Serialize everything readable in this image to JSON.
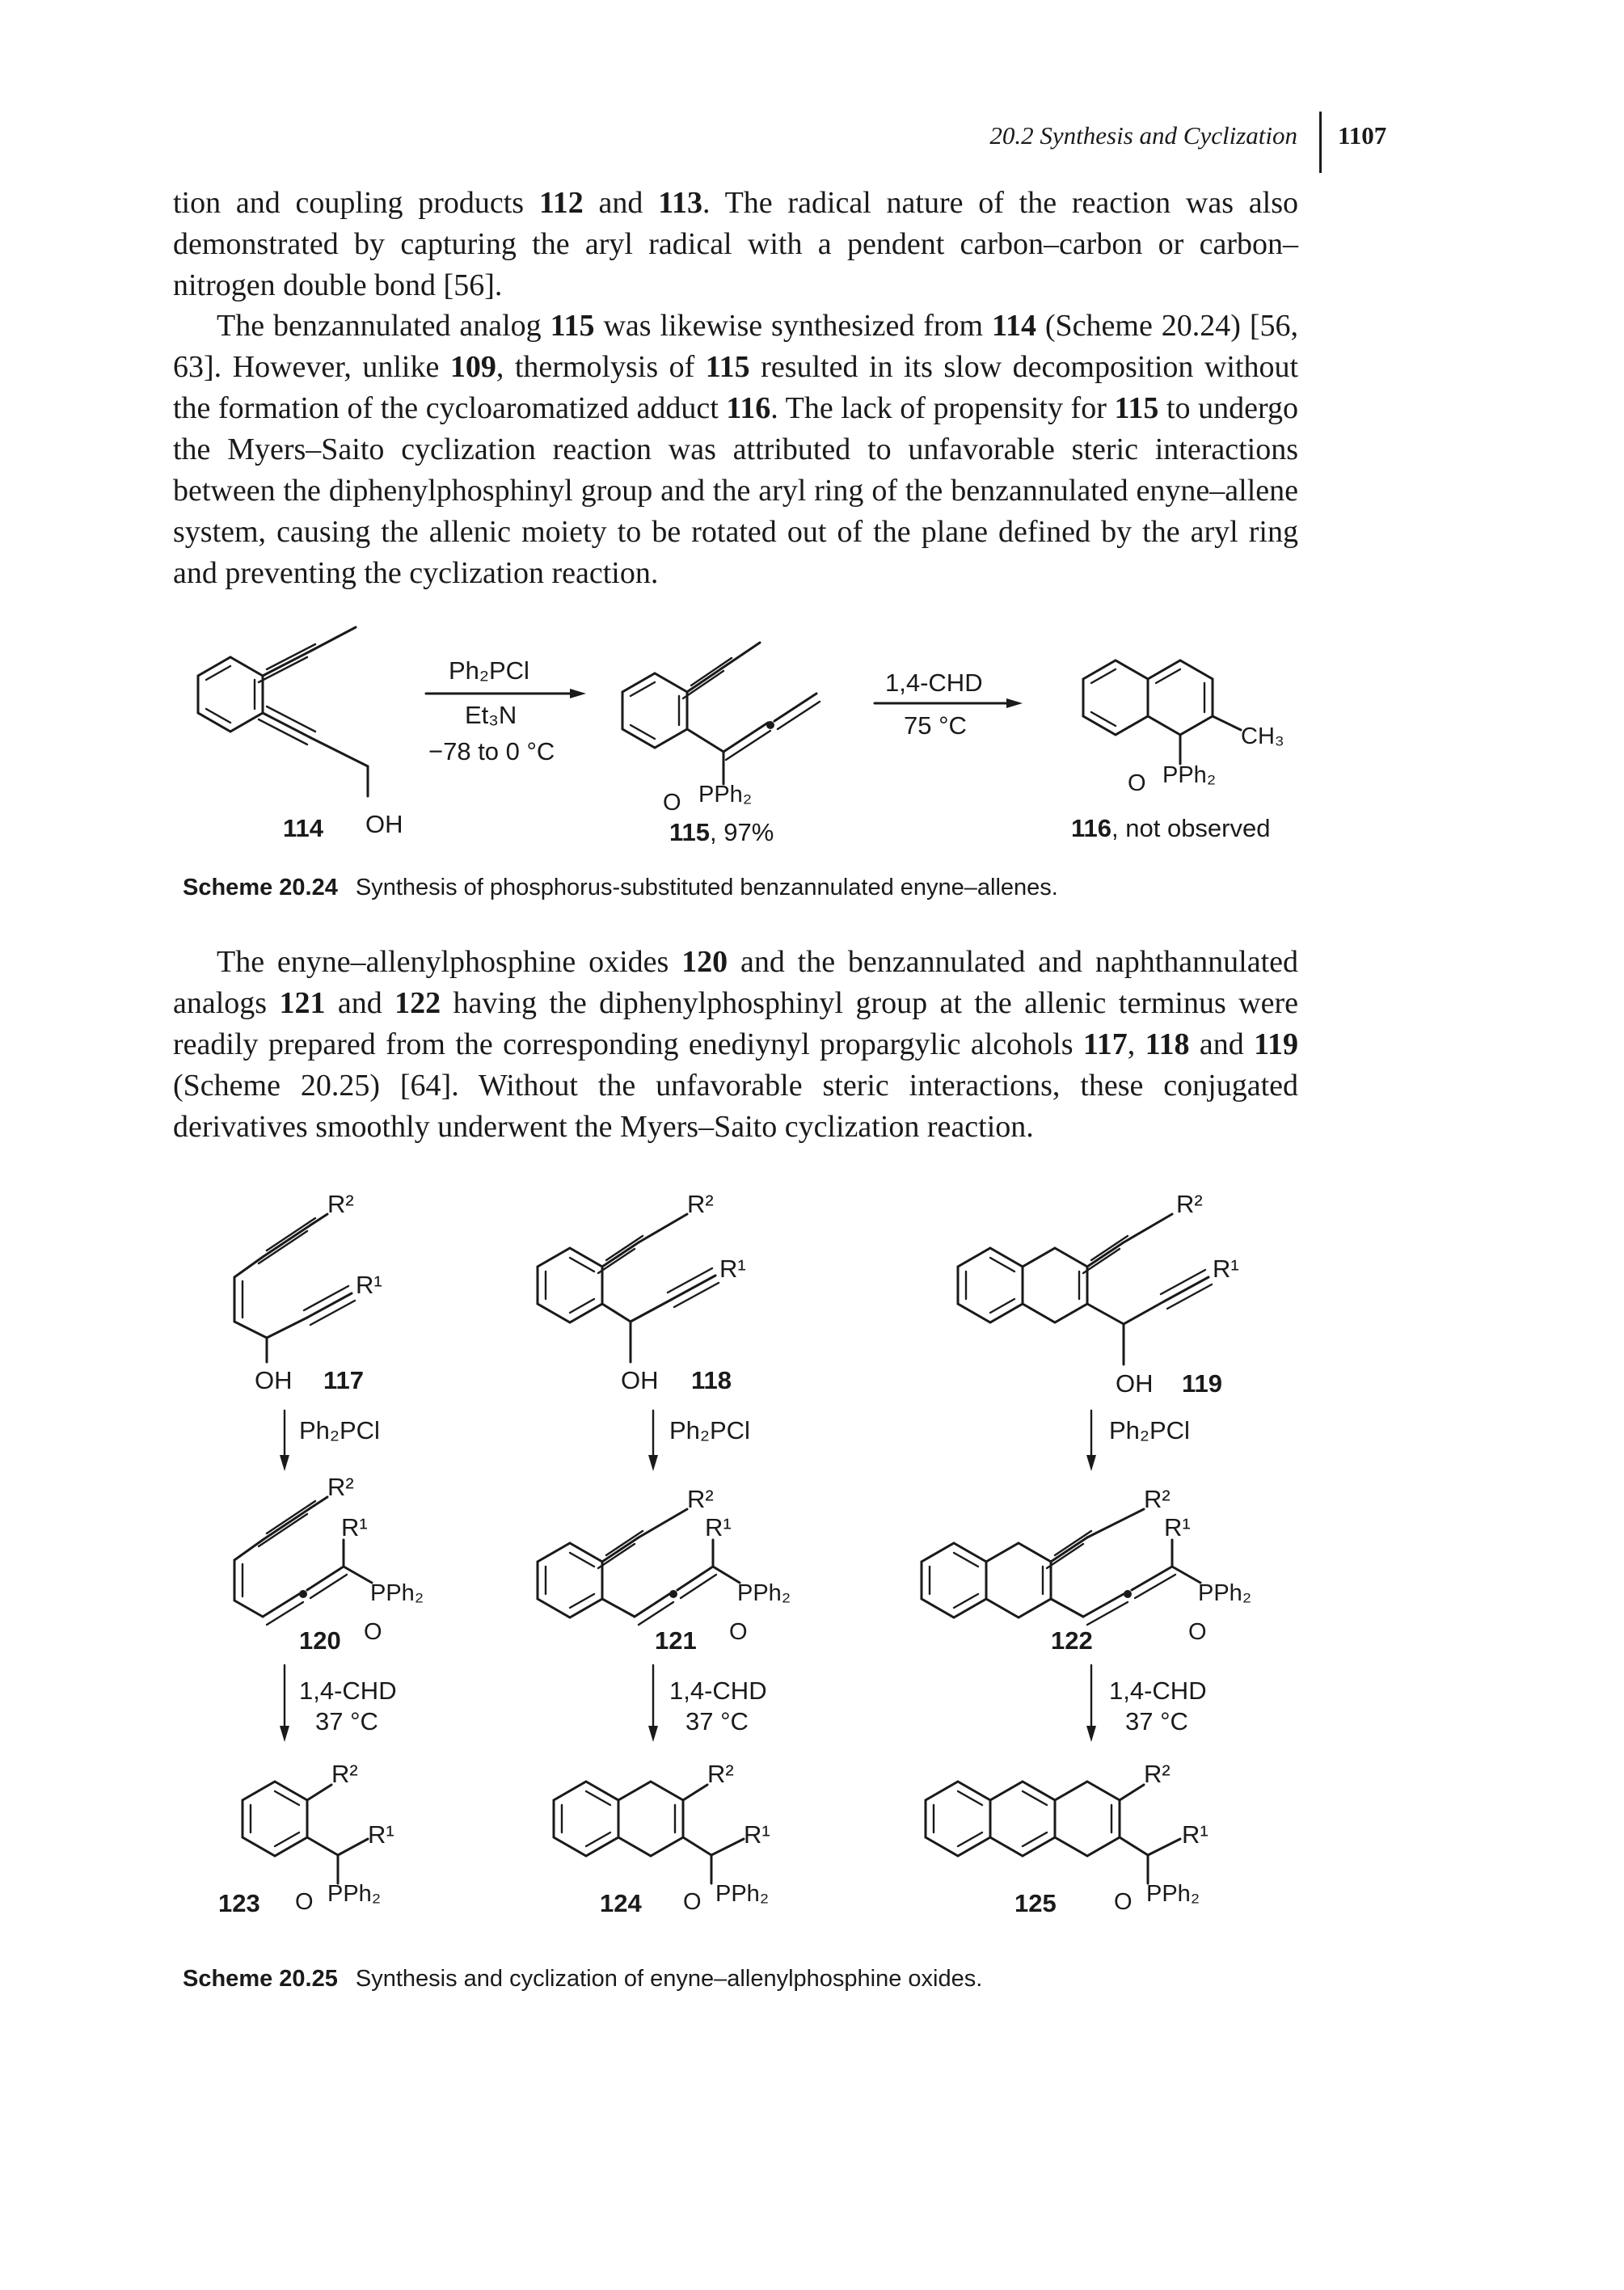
{
  "header": {
    "running_head": "20.2 Synthesis and Cyclization",
    "page_number": "1107"
  },
  "paragraphs": [
    {
      "runs": [
        {
          "t": "tion and coupling products "
        },
        {
          "t": "112",
          "b": true
        },
        {
          "t": " and "
        },
        {
          "t": "113",
          "b": true
        },
        {
          "t": ". The radical nature of the reaction was also demonstrated by capturing the aryl radical with a pendent carbon–carbon or carbon–nitrogen double bond [56]."
        }
      ]
    },
    {
      "runs": [
        {
          "t": "The benzannulated analog "
        },
        {
          "t": "115",
          "b": true
        },
        {
          "t": " was likewise synthesized from "
        },
        {
          "t": "114",
          "b": true
        },
        {
          "t": " (Scheme 20.24) [56, 63]. However, unlike "
        },
        {
          "t": "109",
          "b": true
        },
        {
          "t": ", thermolysis of "
        },
        {
          "t": "115",
          "b": true
        },
        {
          "t": " resulted in its slow decomposition without the formation of the cycloaromatized adduct "
        },
        {
          "t": "116",
          "b": true
        },
        {
          "t": ". The lack of propensity for "
        },
        {
          "t": "115",
          "b": true
        },
        {
          "t": " to undergo the Myers–Saito cyclization reaction was attributed to unfavorable steric interactions between the diphenylphosphinyl group and the aryl ring of the benzannulated enyne–allene system, causing the allenic moiety to be rotated out of the plane defined by the aryl ring and preventing the cyclization reaction."
        }
      ]
    },
    {
      "runs": [
        {
          "t": "The enyne–allenylphosphine oxides "
        },
        {
          "t": "120",
          "b": true
        },
        {
          "t": " and the benzannulated and naphthannulated analogs "
        },
        {
          "t": "121",
          "b": true
        },
        {
          "t": " and "
        },
        {
          "t": "122",
          "b": true
        },
        {
          "t": " having the diphenylphosphinyl group at the allenic terminus were readily prepared from the corresponding enediynyl propargylic alcohols "
        },
        {
          "t": "117",
          "b": true
        },
        {
          "t": ", "
        },
        {
          "t": "118",
          "b": true
        },
        {
          "t": " and "
        },
        {
          "t": "119",
          "b": true
        },
        {
          "t": " (Scheme 20.25) [64]. Without the unfavorable steric interactions, these conjugated derivatives smoothly underwent the Myers–Saito cyclization reaction."
        }
      ]
    }
  ],
  "scheme_24": {
    "caption_label": "Scheme 20.24",
    "caption_text": "Synthesis of phosphorus-substituted benzannulated enyne–allenes.",
    "reagents_1_top": "Ph₂PCl",
    "reagents_1_mid": "Et₃N",
    "reagents_1_bottom": "−78 to 0 °C",
    "reagents_2_top": "1,4-CHD",
    "reagents_2_bottom": "75 °C",
    "cmpd_114": "114",
    "oh_114": "OH",
    "cmpd_115": "115",
    "yield_115": ", 97%",
    "cmpd_116": "116",
    "note_116": ", not observed",
    "pph2": "PPh₂",
    "o": "O",
    "ch3": "CH₃"
  },
  "scheme_25": {
    "caption_label": "Scheme 20.25",
    "caption_text": "Synthesis and cyclization of enyne–allenylphosphine oxides.",
    "r1": "R¹",
    "r2": "R²",
    "oh": "OH",
    "o": "O",
    "pph2": "PPh₂",
    "step1": "Ph₂PCl",
    "step2_top": "1,4-CHD",
    "step2_bottom": "37 °C",
    "compounds": [
      "117",
      "118",
      "119",
      "120",
      "121",
      "122",
      "123",
      "124",
      "125"
    ]
  }
}
